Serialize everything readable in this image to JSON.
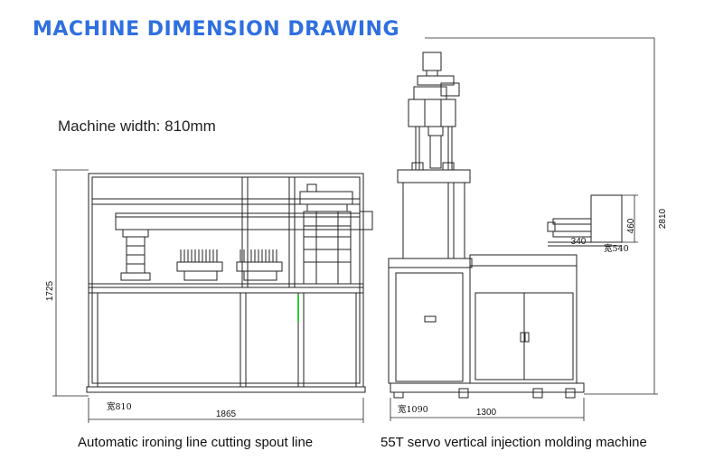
{
  "title": "MACHINE DIMENSION DRAWING",
  "machine_width_note": "Machine width: 810mm",
  "left_machine": {
    "caption": "Automatic ironing line cutting spout line",
    "height_dim": "1725",
    "length_dim": "1865",
    "width_dim": "宽810"
  },
  "right_machine": {
    "caption": "55T servo vertical injection molding machine",
    "height_dim": "2810",
    "length_dim": "1300",
    "width_dim": "宽1090",
    "table_height_dim": "460",
    "table_depth_dim": "340",
    "table_width_dim": "宽540"
  },
  "colors": {
    "title": "#2f6fe0",
    "line": "#222222",
    "accent": "#33cc33"
  }
}
